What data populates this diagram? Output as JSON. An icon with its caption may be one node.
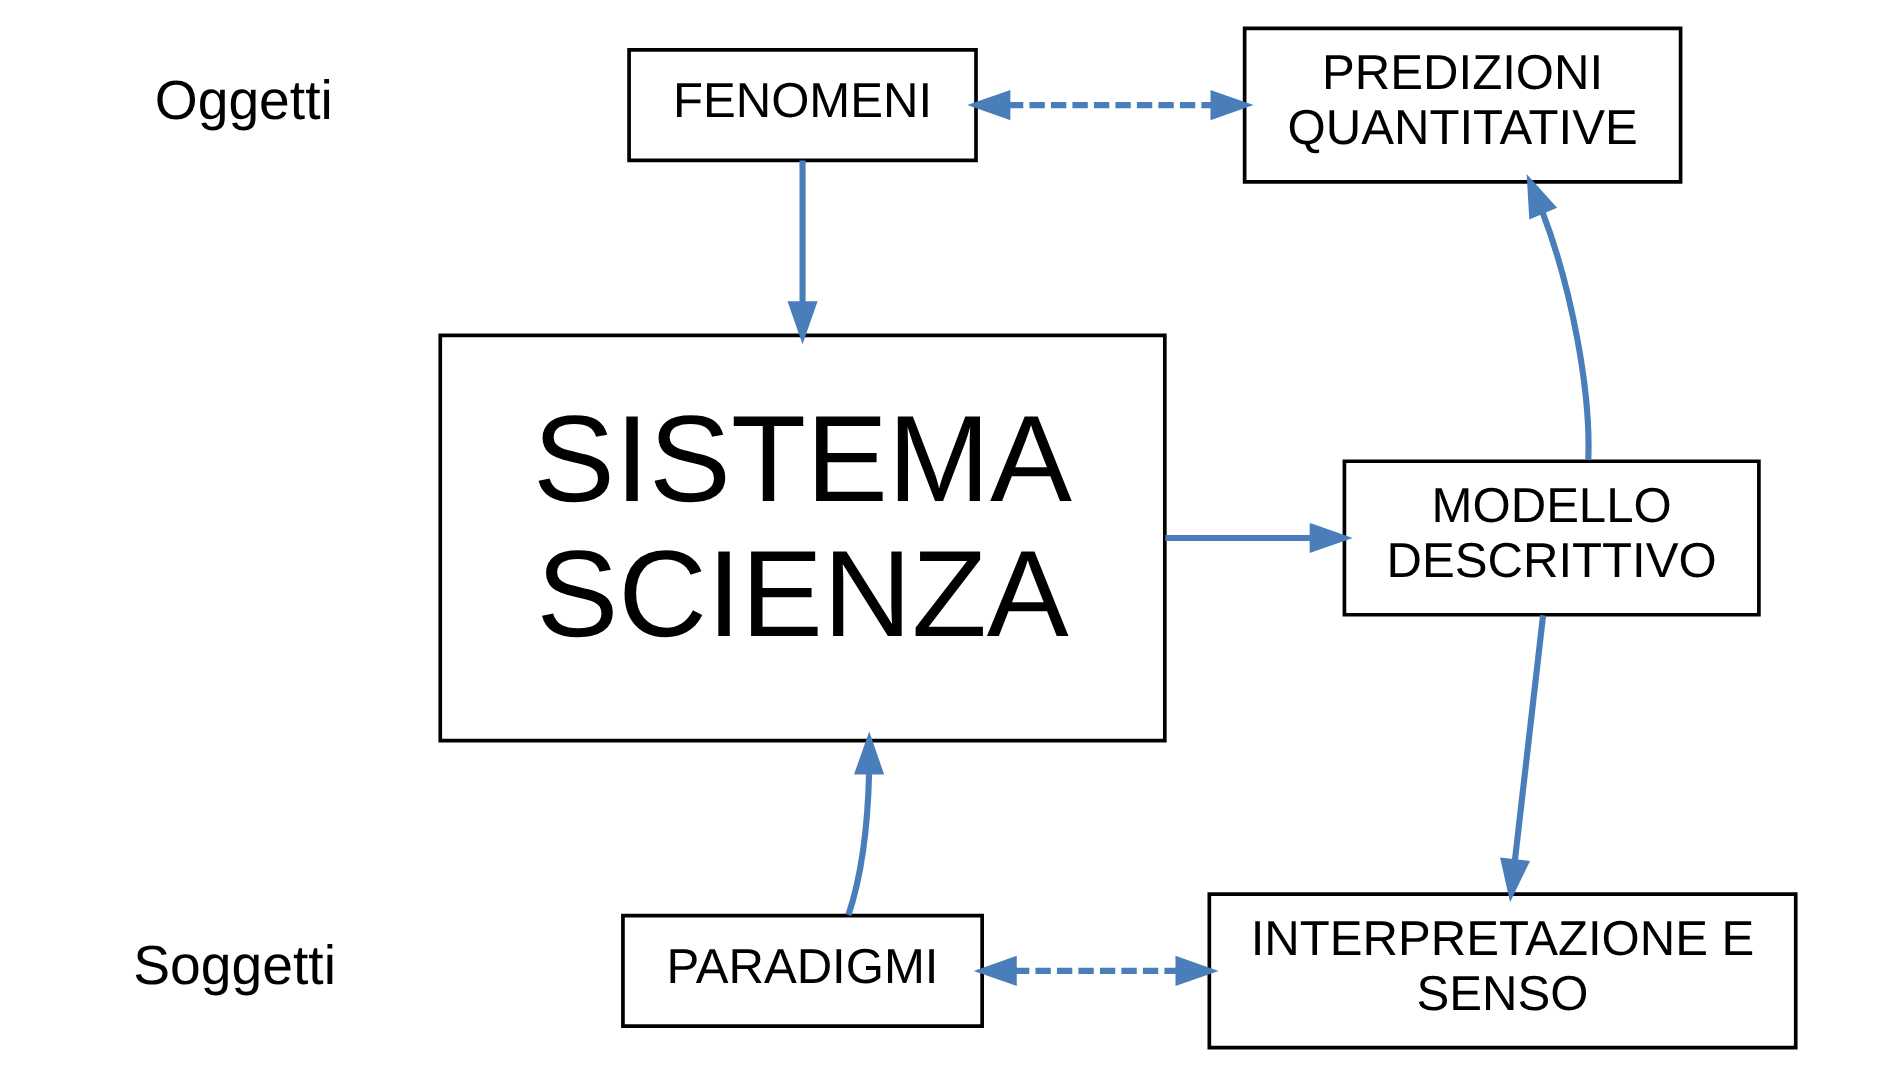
{
  "diagram": {
    "nodes": [
      {
        "text": [
          "FENOMENI"
        ]
      },
      {
        "text": [
          "PREDIZIONI QUANTITATIVE"
        ]
      },
      {
        "text": [
          "SISTEMA SCIENZA"
        ]
      },
      {
        "text": [
          "MODELLO DESCRITTIVO"
        ]
      },
      {
        "text": [
          "PARADIGMI"
        ]
      },
      {
        "text": [
          "INTERPRETAZIONE E SENSO"
        ]
      }
    ],
    "edges": [
      {
        "from": 0,
        "to": 1,
        "arrow": "both",
        "style": "dashed"
      },
      {
        "from": 0,
        "to": 2,
        "arrow": "to"
      },
      {
        "from": 2,
        "to": 3,
        "arrow": "to"
      },
      {
        "from": 3,
        "to": 1,
        "arrow": "to"
      },
      {
        "from": 3,
        "to": 5,
        "arrow": "to"
      },
      {
        "from": 4,
        "to": 2,
        "arrow": "to"
      },
      {
        "from": 4,
        "to": 5,
        "arrow": "both",
        "style": "dashed"
      }
    ],
    "labels": [
      "Oggetti",
      "Soggetti"
    ]
  }
}
